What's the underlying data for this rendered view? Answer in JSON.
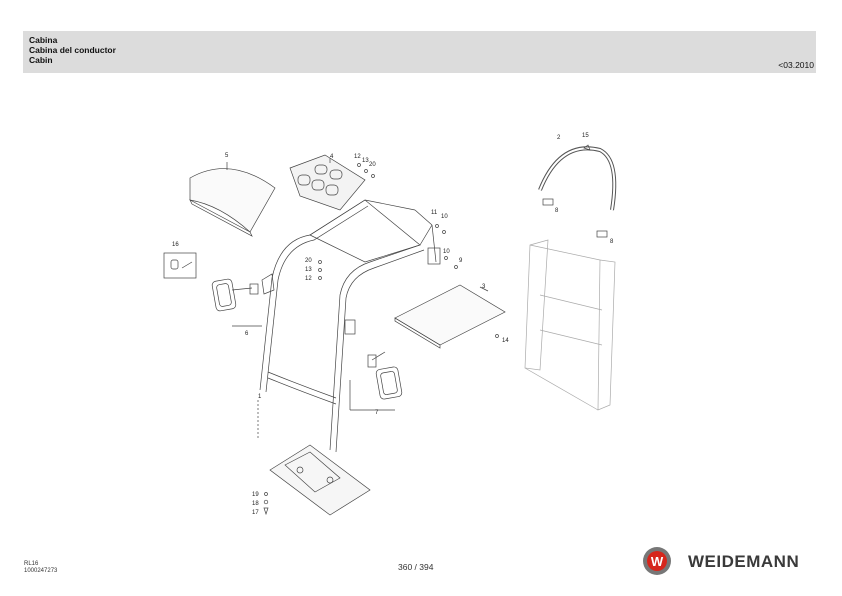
{
  "header": {
    "title_es": "Cabina",
    "title_es2": "Cabina del conductor",
    "title_en": "Cabin",
    "date": "<03.2010"
  },
  "callouts": {
    "c1": "1",
    "c2": "2",
    "c3": "3",
    "c4": "4",
    "c5": "5",
    "c6": "6",
    "c7": "7",
    "c8a": "8",
    "c8b": "8",
    "c9": "9",
    "c10a": "10",
    "c10b": "10",
    "c11": "11",
    "c12a": "12",
    "c12b": "12",
    "c13a": "13",
    "c13b": "13",
    "c14": "14",
    "c15": "15",
    "c16": "16",
    "c17": "17",
    "c18": "18",
    "c19": "19",
    "c20a": "20",
    "c20b": "20"
  },
  "footer": {
    "model": "RL16",
    "doc_no": "1000247273",
    "page": "360 / 394",
    "brand": "WEIDEMANN",
    "logo_letter": "W"
  }
}
